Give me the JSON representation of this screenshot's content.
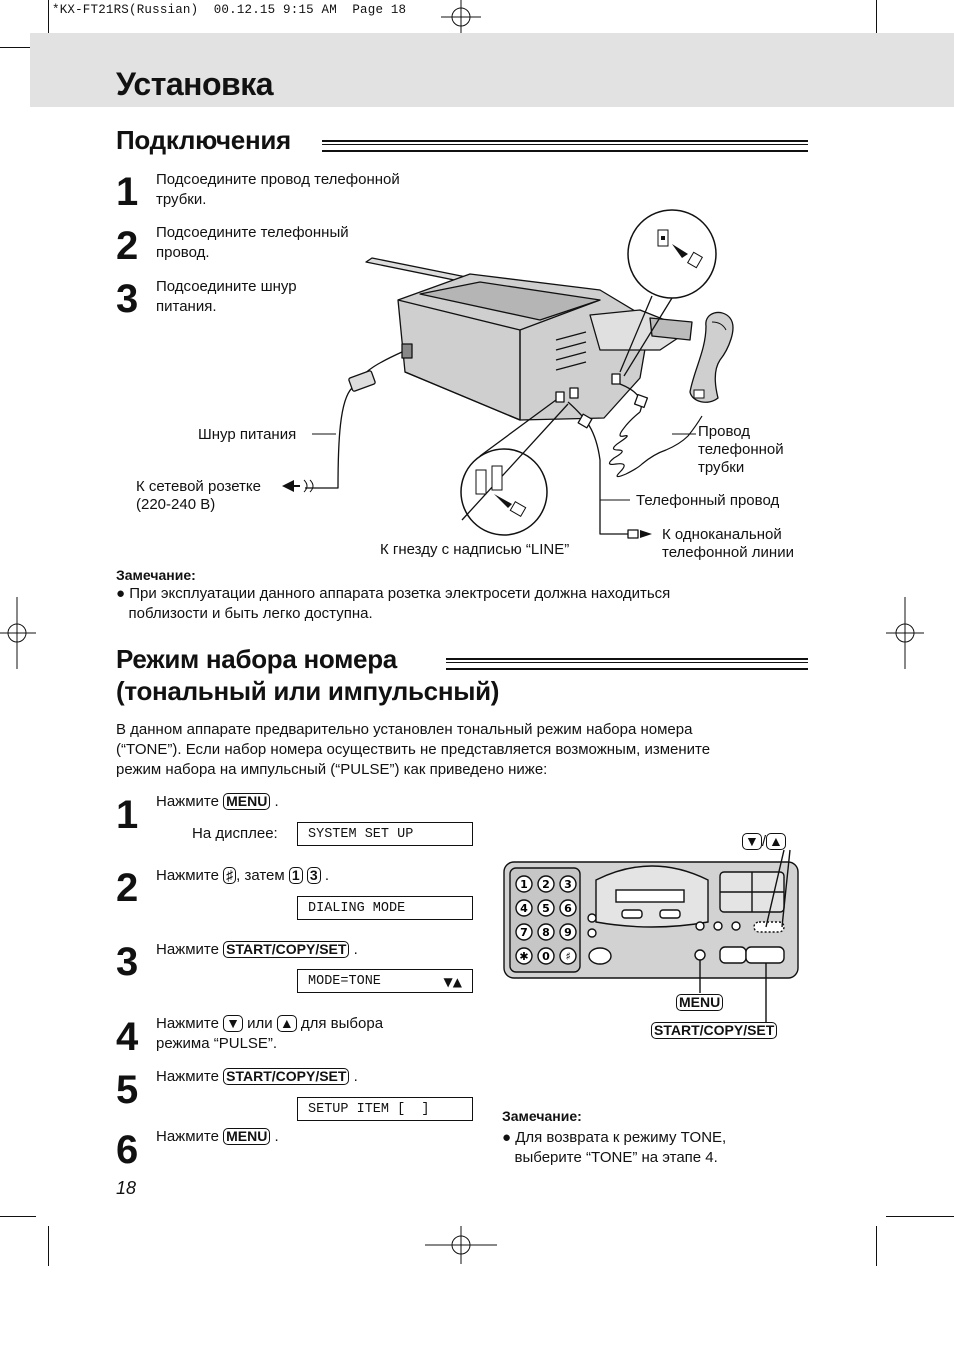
{
  "print_header": "*KX-FT21RS(Russian)  00.12.15 9:15 AM  Page 18",
  "page_title": "Установка",
  "connections": {
    "title": "Подключения",
    "steps": [
      {
        "num": "1",
        "line1": "Подсоедините провод телефонной",
        "line2": "трубки."
      },
      {
        "num": "2",
        "line1": "Подсоедините телефонный",
        "line2": "провод."
      },
      {
        "num": "3",
        "line1": "Подсоедините шнур",
        "line2": "питания."
      }
    ],
    "labels": {
      "power_cord": "Шнур питания",
      "outlet_line1": "К сетевой розетке",
      "outlet_line2": "(220-240 В)",
      "line_jack": "К гнезду с надписью “LINE”",
      "handset_cord_line1": "Провод",
      "handset_cord_line2": "телефонной",
      "handset_cord_line3": "трубки",
      "phone_cord": "Телефонный провод",
      "single_line_1": "К одноканальной",
      "single_line_2": "телефонной линии"
    },
    "note_title": "Замечание:",
    "note_line1": "При эксплуатации данного аппарата розетка электросети должна находиться",
    "note_line2": "поблизости и быть легко доступна."
  },
  "dialing": {
    "title_line1": "Режим набора номера",
    "title_line2": "(тональный или импульсный)",
    "intro_line1": "В данном аппарате предварительно установлен тональный режим набора номера",
    "intro_line2": "(“TONE”). Если набор номера осуществить не представляется возможным, измените",
    "intro_line3": "режим набора на импульсный (“PULSE”) как приведено ниже:",
    "press": "Нажмите",
    "then": ", затем",
    "or": "или",
    "for_select": "для выбора",
    "pulse_mode": "режима “PULSE”.",
    "on_display": "На дисплее:",
    "key_menu": "MENU",
    "key_start": "START/COPY/SET",
    "key_1": "1",
    "key_3": "3",
    "key_hash": "♯",
    "key_down": "▼",
    "key_up": "▲",
    "displays": [
      "SYSTEM SET UP",
      "DIALING MODE",
      "MODE=TONE",
      "SETUP ITEM [  ]"
    ],
    "display_arrows": "▼▲",
    "step_nums": [
      "1",
      "2",
      "3",
      "4",
      "5",
      "6"
    ],
    "panel_slash": "/",
    "panel_keypad": [
      "1",
      "2",
      "3",
      "4",
      "5",
      "6",
      "7",
      "8",
      "9",
      "✱",
      "0",
      "♯"
    ],
    "note_title": "Замечание:",
    "note_line1": "Для возврата к режиму TONE,",
    "note_line2": "выберите “TONE” на этапе 4."
  },
  "page_number": "18"
}
